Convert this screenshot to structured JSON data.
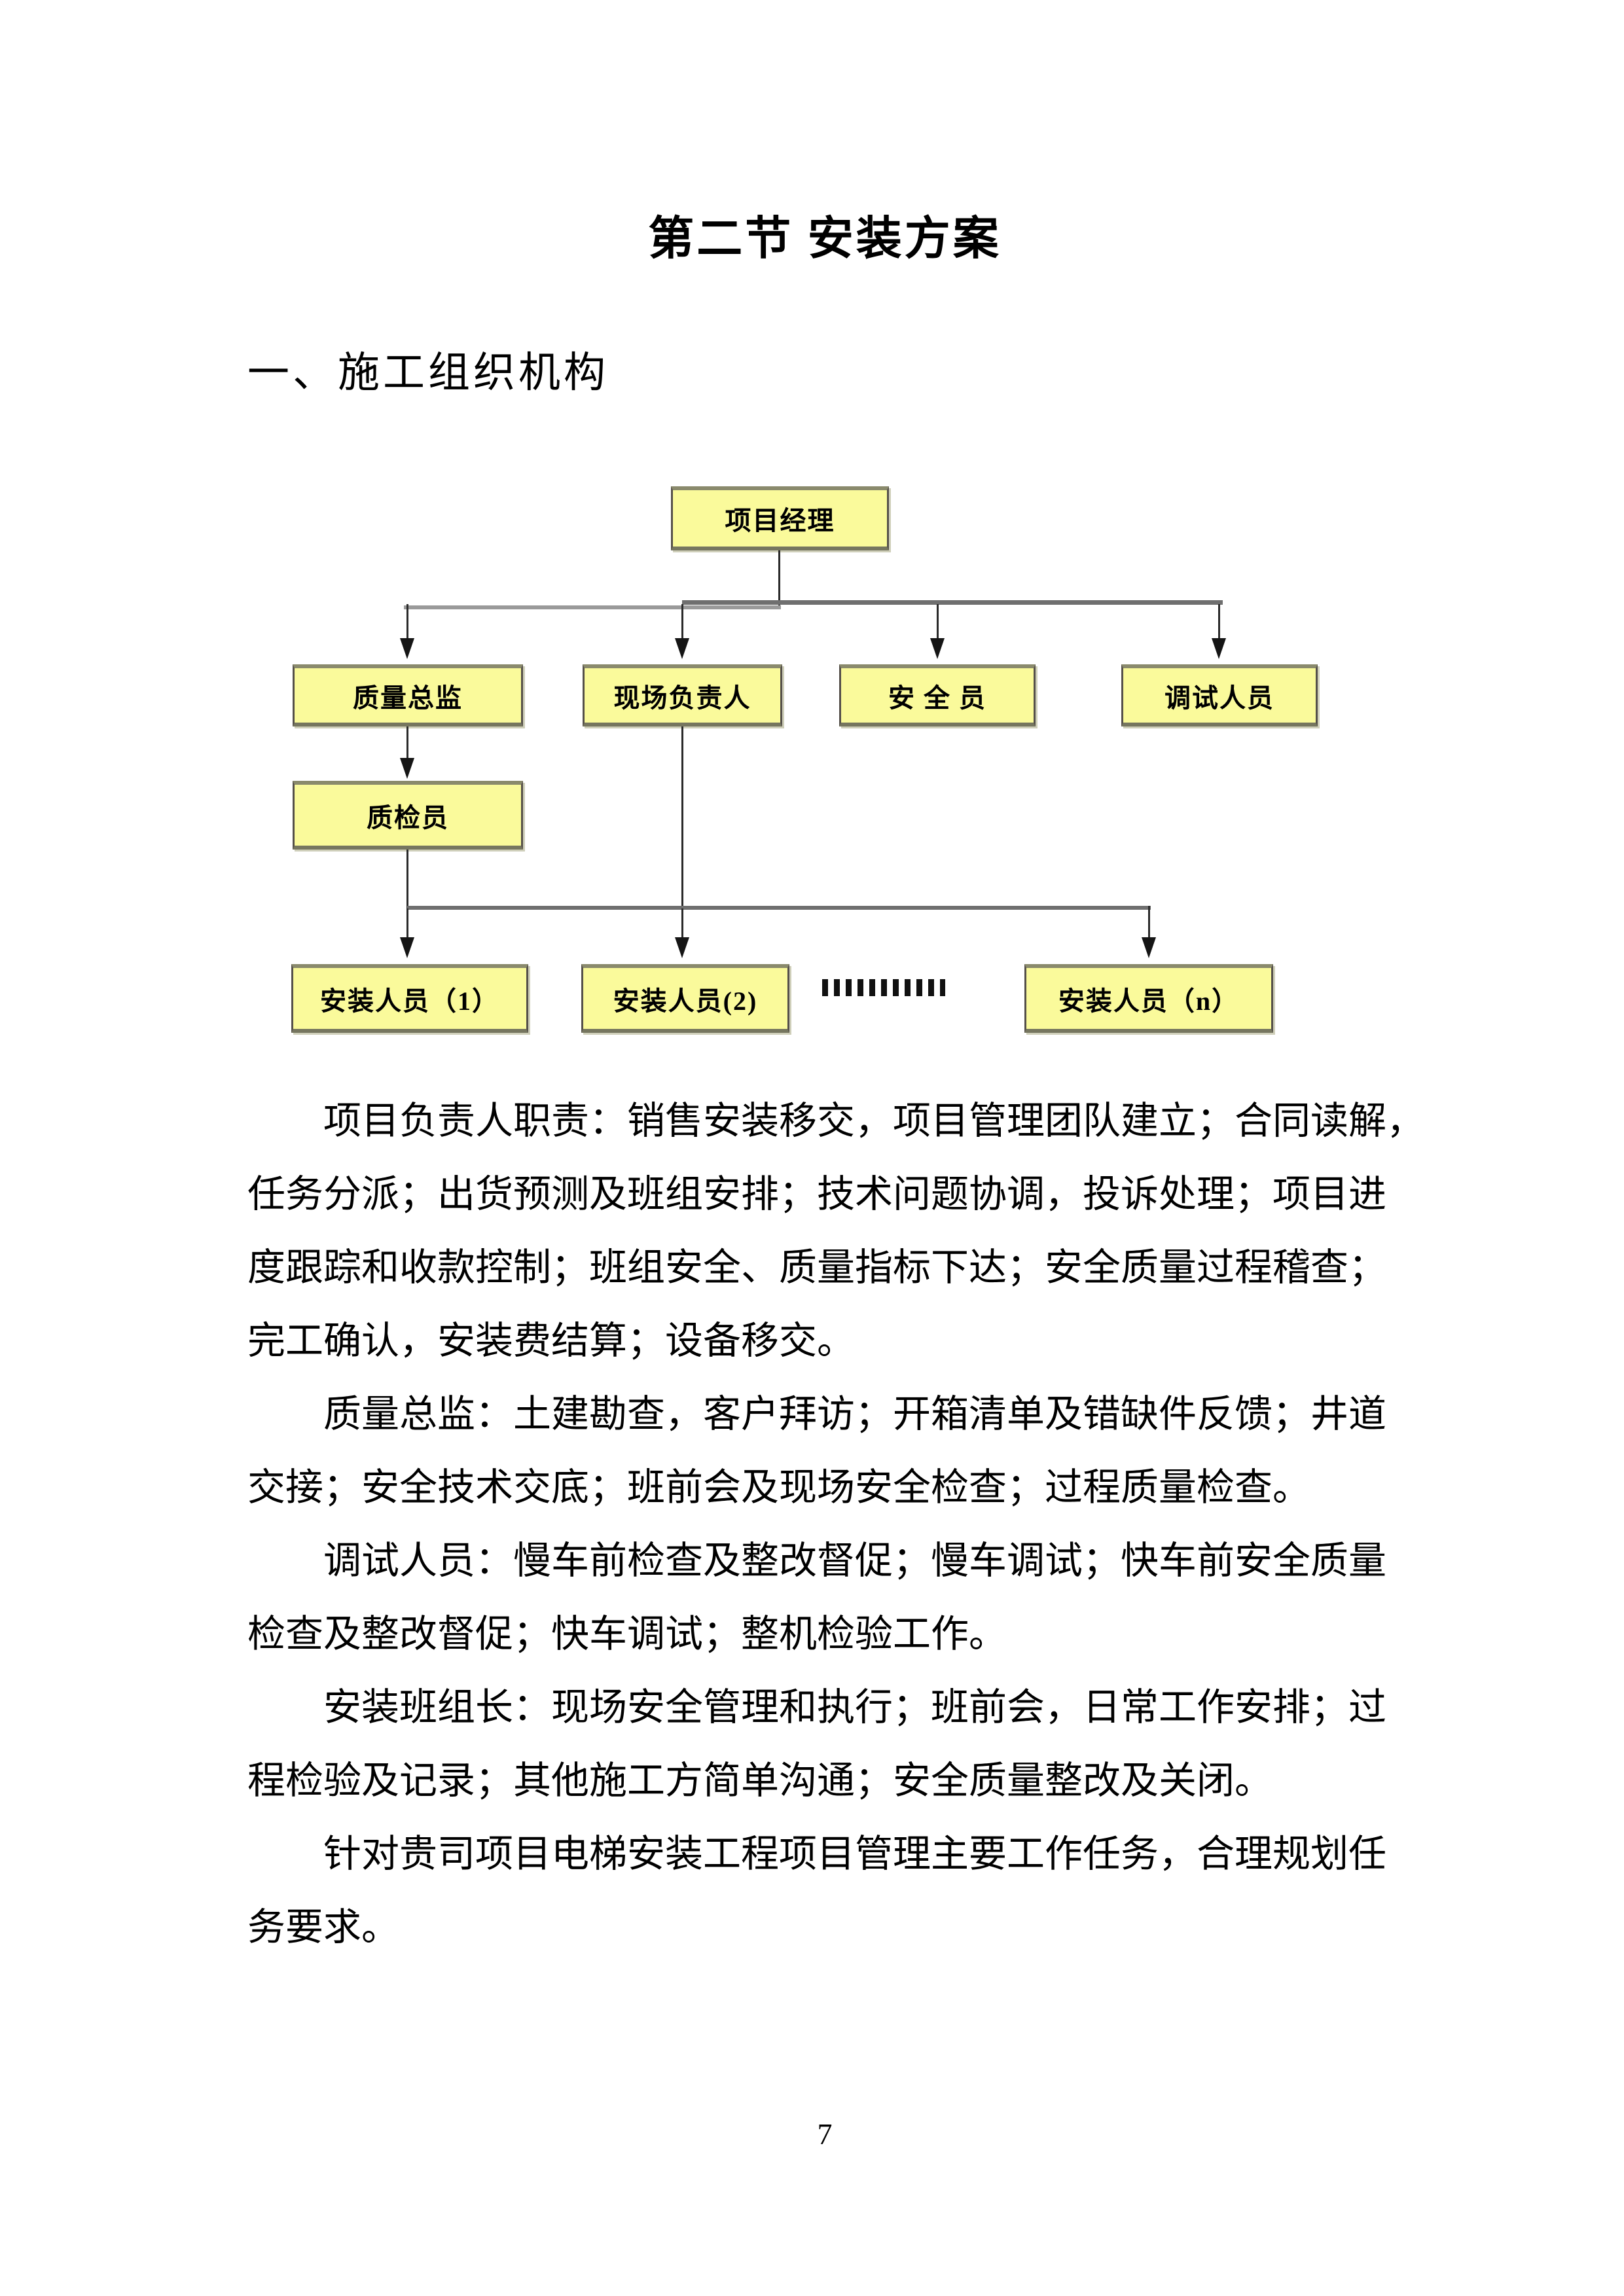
{
  "doc": {
    "section_title": "第二节 安装方案",
    "heading": "一、施工组织机构",
    "page_number": "7"
  },
  "org_chart": {
    "nodes": {
      "project_manager": "项目经理",
      "quality_director": "质量总监",
      "site_manager": "现场负责人",
      "safety_officer": "安 全 员",
      "commissioning_staff": "调试人员",
      "quality_inspector": "质检员",
      "installer_1": "安装人员（1）",
      "installer_2": "安装人员(2)",
      "installer_n": "安装人员（n）",
      "ellipsis": "…………"
    },
    "colors": {
      "box_fill": "#FAFA9B",
      "box_border": "#55504A",
      "box_edge": "#8A8A6C",
      "box_edge2": "#76765F",
      "line": "#6F6F6F",
      "line_light": "#9A9A9A",
      "vline": "#2B2B2B",
      "arrow": "#151515"
    }
  },
  "body": {
    "lines": [
      {
        "text": "项目负责人职责：销售安装移交，项目管理团队建立；合同读解，",
        "indent": true
      },
      {
        "text": "任务分派；出货预测及班组安排；技术问题协调，投诉处理；项目进",
        "indent": false
      },
      {
        "text": "度跟踪和收款控制；班组安全、质量指标下达；安全质量过程稽查；",
        "indent": false
      },
      {
        "text": "完工确认，安装费结算；设备移交。",
        "indent": false
      },
      {
        "text": "质量总监：土建勘查，客户拜访；开箱清单及错缺件反馈；井道",
        "indent": true
      },
      {
        "text": "交接；安全技术交底；班前会及现场安全检查；过程质量检查。",
        "indent": false
      },
      {
        "text": "调试人员：慢车前检查及整改督促；慢车调试；快车前安全质量",
        "indent": true
      },
      {
        "text": "检查及整改督促；快车调试；整机检验工作。",
        "indent": false
      },
      {
        "text": "安装班组长：现场安全管理和执行；班前会，日常工作安排；过",
        "indent": true
      },
      {
        "text": "程检验及记录；其他施工方简单沟通；安全质量整改及关闭。",
        "indent": false
      },
      {
        "text": "针对贵司项目电梯安装工程项目管理主要工作任务，合理规划任",
        "indent": true
      },
      {
        "text": "务要求。",
        "indent": false
      }
    ]
  }
}
